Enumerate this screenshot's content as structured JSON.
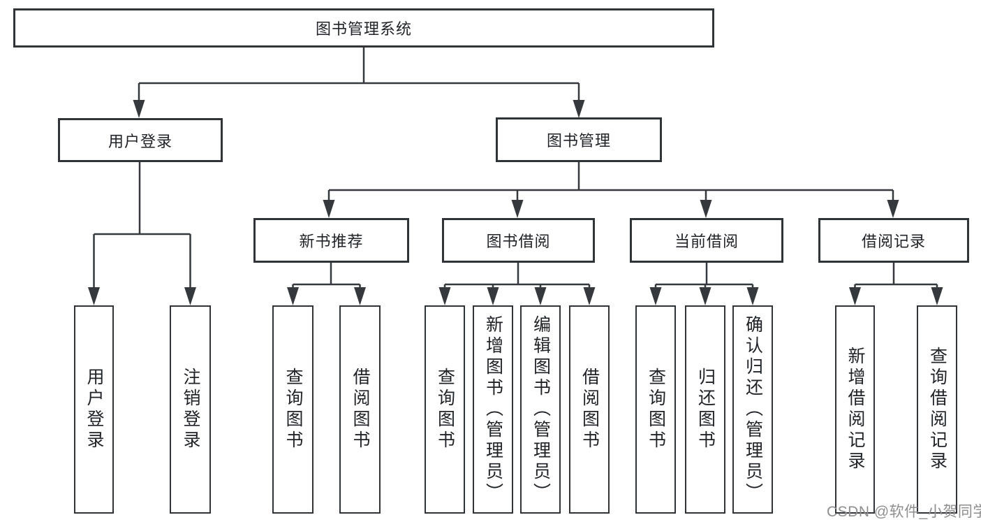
{
  "diagram": {
    "root": {
      "label": "图书管理系统"
    },
    "branches": [
      {
        "label": "用户登录",
        "children": [
          {
            "label": "用户登录"
          },
          {
            "label": "注销登录"
          }
        ]
      },
      {
        "label": "图书管理",
        "children": [
          {
            "label": "新书推荐",
            "children": [
              {
                "label": "查询图书"
              },
              {
                "label": "借阅图书"
              }
            ]
          },
          {
            "label": "图书借阅",
            "children": [
              {
                "label": "查询图书"
              },
              {
                "label": "新增图书（管理员）"
              },
              {
                "label": "编辑图书（管理员）"
              },
              {
                "label": "借阅图书"
              }
            ]
          },
          {
            "label": "当前借阅",
            "children": [
              {
                "label": "查询图书"
              },
              {
                "label": "归还图书"
              },
              {
                "label": "确认归还（管理员）"
              }
            ]
          },
          {
            "label": "借阅记录",
            "children": [
              {
                "label": "新增借阅记录"
              },
              {
                "label": "查询借阅记录"
              }
            ]
          }
        ]
      }
    ]
  },
  "watermark": {
    "text": "CSDN @软件_小贺同学"
  },
  "colors": {
    "line": "#35383c",
    "box_border": "#303338",
    "text": "#1f2226",
    "background": "#ffffff",
    "watermark": "#8e8e8e"
  }
}
